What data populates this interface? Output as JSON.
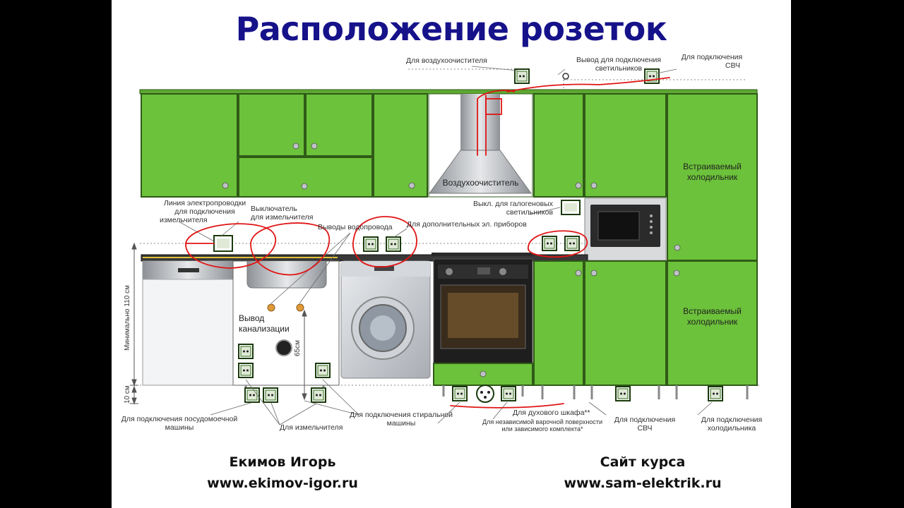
{
  "title": "Расположение розеток",
  "labels": {
    "air_purifier_outlet": "Для воздухоочистителя",
    "light_output_1": "Вывод для подключения",
    "light_output_2": "светильников",
    "microwave_top_1": "Для подключения",
    "microwave_top_2": "СВЧ",
    "line_shredder_1": "Линия электропроводки",
    "line_shredder_2": "для подключения",
    "line_shredder_3": "измельчителя",
    "switch_shredder_1": "Выключатель",
    "switch_shredder_2": "для измельчителя",
    "water_outputs": "Выводы водопровода",
    "extra_devices": "Для дополнительных  эл. приборов",
    "halogen_switch_1": "Выкл. для галогеновых",
    "halogen_switch_2": "светильников",
    "sewer_1": "Вывод",
    "sewer_2": "канализации",
    "dim_65": "65см",
    "dim_110": "Минимально 110 см",
    "dim_10": "10 см",
    "dishwasher_1": "Для подключения посудомоечной",
    "dishwasher_2": "машины",
    "shredder_bottom": "Для измельчителя",
    "washer_1": "Для подключения стиральной",
    "washer_2": "машины",
    "oven": "Для духового шкафа**",
    "hob_1": "Для независимой варочной поверхности",
    "hob_2": "или зависимого комплекта*",
    "microwave_bottom_1": "Для подключения",
    "microwave_bottom_2": "СВЧ",
    "fridge_bottom_1": "Для подключения",
    "fridge_bottom_2": "холодильника"
  },
  "appliances": {
    "hood": "Воздухоочиститель",
    "fridge_top_1": "Встраиваемый",
    "fridge_top_2": "холодильник",
    "fridge_bottom_1": "Встраиваемый",
    "fridge_bottom_2": "холодильник"
  },
  "footer": {
    "author_name": "Екимов Игорь",
    "author_site": "www.ekimov-igor.ru",
    "course_label": "Сайт курса",
    "course_site": "www.sam-elektrik.ru"
  },
  "colors": {
    "cabinet_green": "#6cc23a",
    "cabinet_edge": "#2f5a18",
    "title_blue": "#16128a",
    "annotation_red": "#e01515"
  }
}
